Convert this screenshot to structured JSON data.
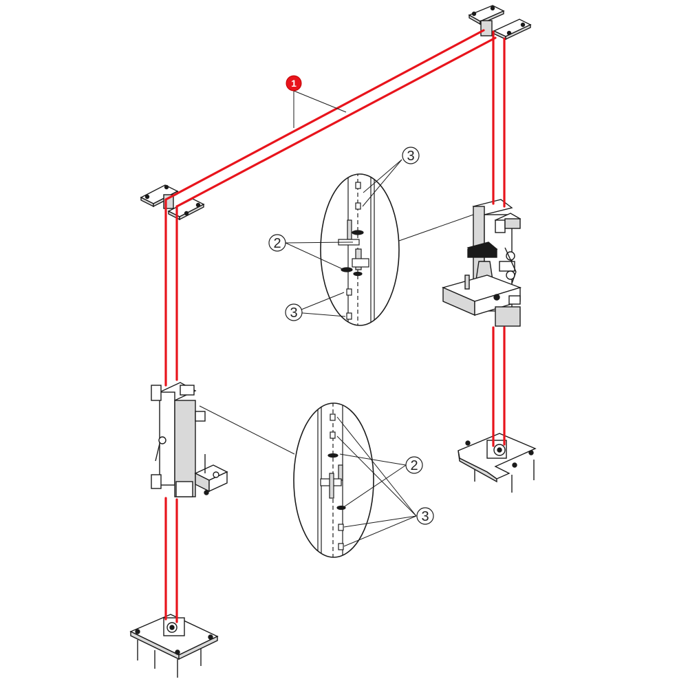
{
  "diagram": {
    "colors": {
      "cable": "#e8141c",
      "line": "#1a1a1a",
      "part_fill": "#ffffff",
      "part_shade": "#d9d9d9",
      "background": "#ffffff"
    },
    "callouts": {
      "item_1": "1",
      "item_2": "2",
      "item_3": "3"
    }
  }
}
